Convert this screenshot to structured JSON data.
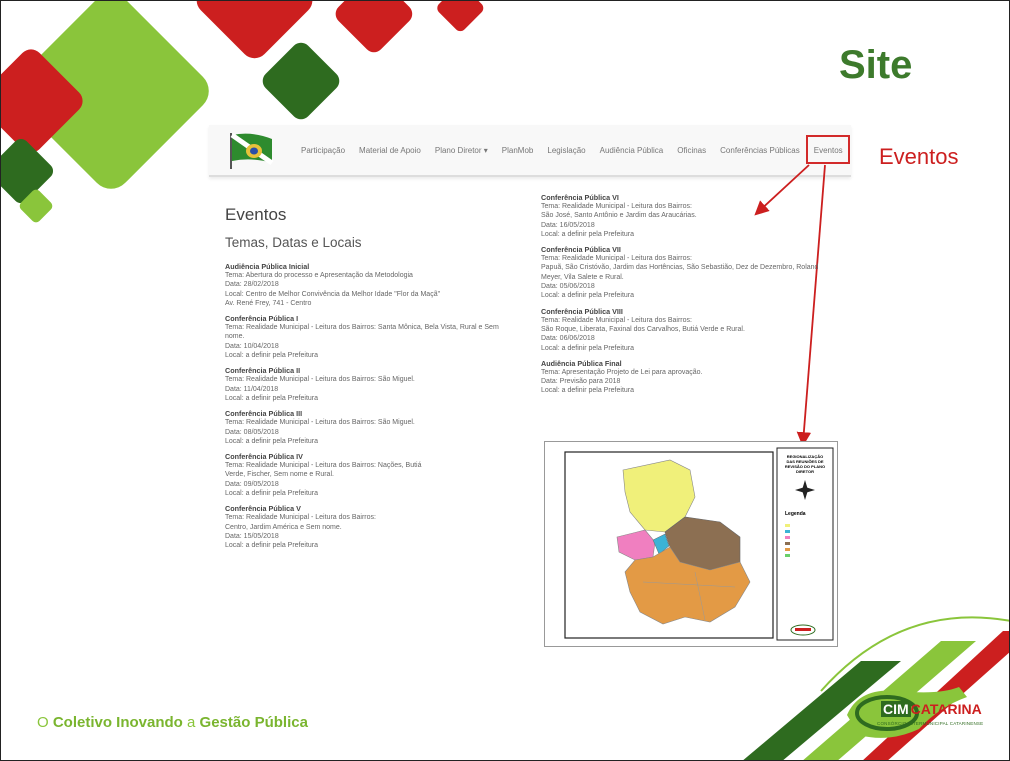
{
  "slide": {
    "title": "Site",
    "callout_label": "Eventos"
  },
  "nav": {
    "items": [
      {
        "id": "participacao",
        "label": "Participação"
      },
      {
        "id": "material-de-apoio",
        "label": "Material de Apoio"
      },
      {
        "id": "plano-diretor",
        "label": "Plano Diretor ▾"
      },
      {
        "id": "planmob",
        "label": "PlanMob"
      },
      {
        "id": "legislacao",
        "label": "Legislação"
      },
      {
        "id": "audiencia-publica",
        "label": "Audiência Pública"
      },
      {
        "id": "oficinas",
        "label": "Oficinas"
      },
      {
        "id": "conferencias-publicas",
        "label": "Conferências Públicas"
      },
      {
        "id": "eventos",
        "label": "Eventos"
      }
    ]
  },
  "content": {
    "heading": "Eventos",
    "subheading": "Temas, Datas e Locais",
    "left_events": [
      {
        "title": "Audiência Pública Inicial",
        "lines": [
          "Tema: Abertura do processo e Apresentação da Metodologia",
          "Data: 28/02/2018",
          "Local: Centro de Melhor Convivência da Melhor Idade \"Flor da Maçã\"",
          "Av. René Frey, 741 - Centro"
        ]
      },
      {
        "title": "Conferência  Pública I",
        "lines": [
          "Tema: Realidade Municipal - Leitura dos Bairros: Santa Mônica, Bela Vista, Rural e Sem",
          "nome.",
          "Data: 10/04/2018",
          "Local: a definir pela Prefeitura"
        ]
      },
      {
        "title": "Conferência  Pública II",
        "lines": [
          "Tema: Realidade Municipal - Leitura dos Bairros: São Miguel.",
          "Data: 11/04/2018",
          "Local: a definir pela Prefeitura"
        ]
      },
      {
        "title": "Conferência  Pública III",
        "lines": [
          "Tema: Realidade Municipal - Leitura dos Bairros: São Miguel.",
          "Data: 08/05/2018",
          "Local: a definir pela Prefeitura"
        ]
      },
      {
        "title": "Conferência  Pública IV",
        "lines": [
          "Tema: Realidade Municipal - Leitura dos Bairros: Nações, Butiá",
          "Verde, Fischer, Sem nome e Rural.",
          "Data: 09/05/2018",
          "Local: a definir pela Prefeitura"
        ]
      },
      {
        "title": "Conferência  Pública V",
        "lines": [
          "Tema: Realidade Municipal - Leitura dos Bairros:",
          "Centro, Jardim América e Sem nome.",
          "Data: 15/05/2018",
          "Local: a definir pela Prefeitura"
        ]
      }
    ],
    "right_events": [
      {
        "title": "Conferência  Pública VI",
        "lines": [
          "Tema: Realidade Municipal - Leitura dos Bairros:",
          "São José, Santo Antônio e Jardim das Araucárias.",
          "Data: 16/05/2018",
          "Local: a definir pela Prefeitura"
        ]
      },
      {
        "title": "Conferência  Pública VII",
        "lines": [
          "Tema: Realidade Municipal - Leitura dos Bairros:",
          "Papuã, São Cristóvão, Jardim das Hortências, São Sebastião, Dez de Dezembro, Roland",
          "Meyer, Vila Salete e Rural.",
          "Data: 05/06/2018",
          "Local: a definir pela Prefeitura"
        ]
      },
      {
        "title": "Conferência  Pública VIII",
        "lines": [
          "Tema: Realidade Municipal - Leitura dos Bairros:",
          "São Roque, Liberata, Faxinal dos Carvalhos, Butiá Verde e Rural.",
          "Data: 06/06/2018",
          "Local: a definir pela Prefeitura"
        ]
      },
      {
        "title": "Audiência Pública  Final",
        "lines": [
          "Tema: Apresentação Projeto de Lei para aprovação.",
          "Data: Previsão para 2018",
          "Local: a definir pela Prefeitura"
        ]
      }
    ]
  },
  "map": {
    "title_lines": [
      "REGIONALIZAÇÃO",
      "DAS REUNIÕES DE",
      "REVISÃO DO PLANO",
      "DIRETOR"
    ],
    "legend_title": "Legenda"
  },
  "footer": {
    "slogan_parts": [
      "O ",
      "Coletivo Inovando",
      " a ",
      "Gestão Pública"
    ]
  },
  "logo": {
    "text_left": "CIM",
    "text_right": "CATARINA",
    "subtitle": "CONSÓRCIO INTERMUNICIPAL CATARINENSE"
  },
  "colors": {
    "dark_green": "#2e6b1f",
    "light_green": "#8ac53b",
    "red": "#cc1f1f",
    "title_green": "#3d7a2c"
  }
}
